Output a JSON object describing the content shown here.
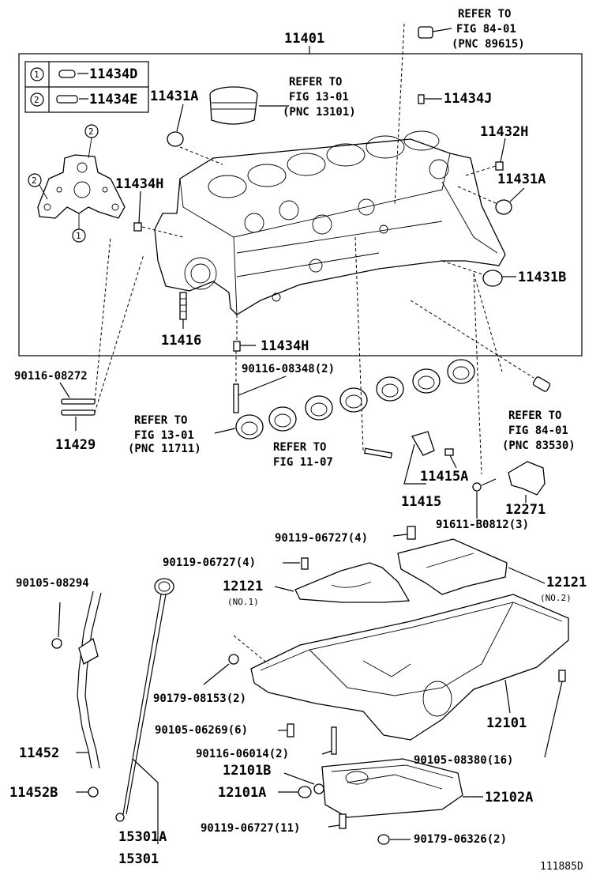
{
  "diagram": {
    "footer_code": "111885D",
    "assembly_label": "11401",
    "legend": [
      {
        "marker": "1",
        "part": "11434D"
      },
      {
        "marker": "2",
        "part": "11434E"
      }
    ],
    "parts": {
      "p11431A_top": "11431A",
      "p11434J": "11434J",
      "p11432H": "11432H",
      "p11431A_right": "11431A",
      "p11434H_left": "11434H",
      "p11431B": "11431B",
      "p11416": "11416",
      "p11434H_bottom": "11434H",
      "p90116_08272": "90116-08272",
      "p90116_08348": "90116-08348(2)",
      "p11429": "11429",
      "p11415A": "11415A",
      "p11415": "11415",
      "p12271": "12271",
      "p91611": "91611-B0812(3)",
      "p90119_06727_4a": "90119-06727(4)",
      "p90119_06727_4b": "90119-06727(4)",
      "p12121_no1": "12121",
      "p12121_no1_sub": "(NO.1)",
      "p12121_no2": "12121",
      "p12121_no2_sub": "(NO.2)",
      "p90105_08294": "90105-08294",
      "p90179_08153": "90179-08153(2)",
      "p12101": "12101",
      "p90105_06269": "90105-06269(6)",
      "p90116_06014": "90116-06014(2)",
      "p90105_08380": "90105-08380(16)",
      "p11452": "11452",
      "p11452B": "11452B",
      "p12101B": "12101B",
      "p12101A": "12101A",
      "p12102A": "12102A",
      "p90119_06727_11": "90119-06727(11)",
      "p90179_06326": "90179-06326(2)",
      "p15301A": "15301A",
      "p15301": "15301"
    },
    "references": {
      "r89615": {
        "l1": "REFER TO",
        "l2": "FIG 84-01",
        "l3": "(PNC 89615)"
      },
      "r13101": {
        "l1": "REFER TO",
        "l2": "FIG 13-01",
        "l3": "(PNC 13101)"
      },
      "r11711": {
        "l1": "REFER TO",
        "l2": "FIG 13-01",
        "l3": "(PNC 11711)"
      },
      "r1107": {
        "l1": "REFER TO",
        "l2": "FIG 11-07"
      },
      "r83530": {
        "l1": "REFER TO",
        "l2": "FIG 84-01",
        "l3": "(PNC 83530)"
      }
    }
  }
}
